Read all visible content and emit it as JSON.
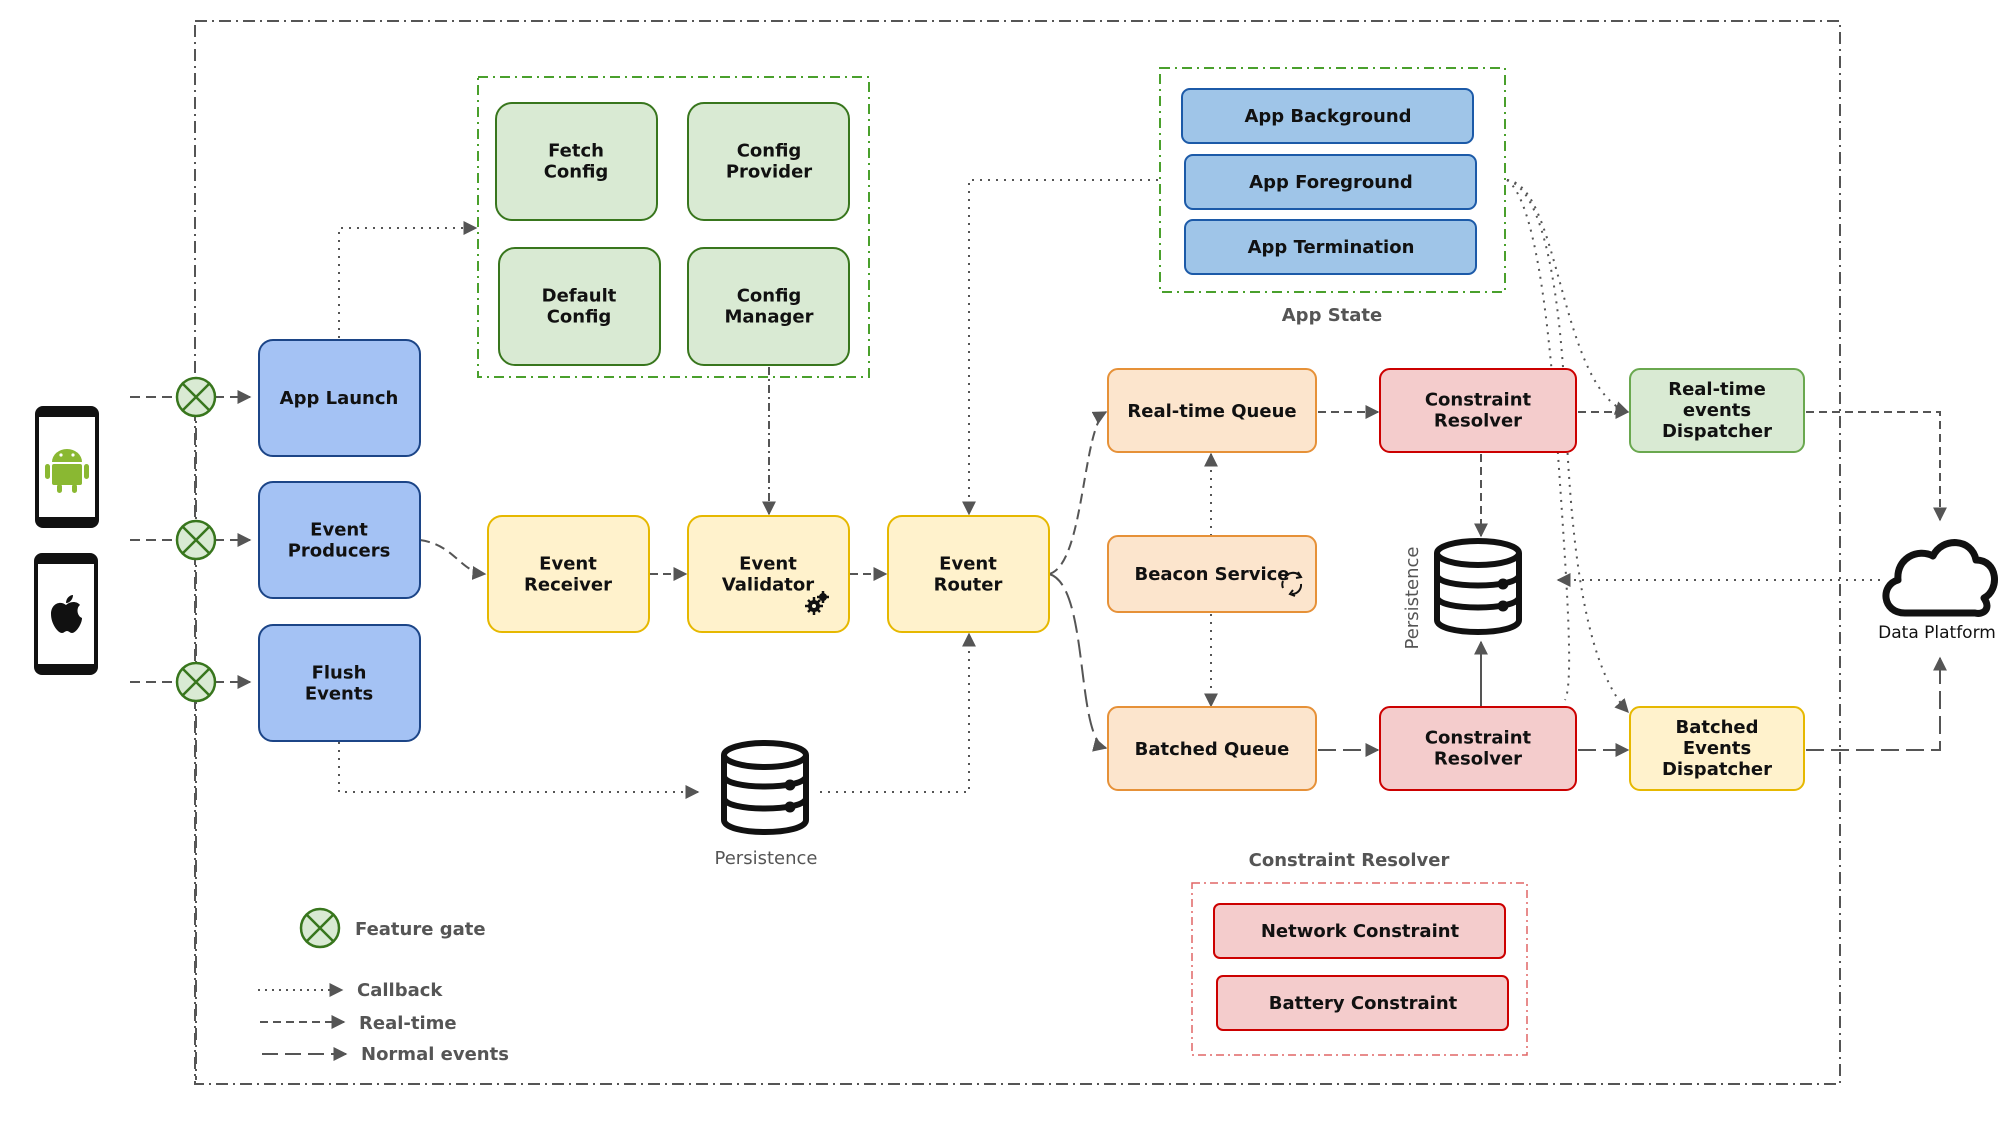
{
  "nodes": {
    "app_launch": [
      "App Launch"
    ],
    "event_producers": [
      "Event",
      "Producers"
    ],
    "flush_events": [
      "Flush",
      "Events"
    ],
    "fetch_config": [
      "Fetch",
      "Config"
    ],
    "config_provider": [
      "Config",
      "Provider"
    ],
    "default_config": [
      "Default",
      "Config"
    ],
    "config_manager": [
      "Config",
      "Manager"
    ],
    "event_receiver": [
      "Event",
      "Receiver"
    ],
    "event_validator": [
      "Event",
      "Validator"
    ],
    "event_router": [
      "Event",
      "Router"
    ],
    "app_background": [
      "App Background"
    ],
    "app_foreground": [
      "App Foreground"
    ],
    "app_termination": [
      "App Termination"
    ],
    "realtime_queue": [
      "Real-time Queue"
    ],
    "beacon_service": [
      "Beacon Service"
    ],
    "batched_queue": [
      "Batched Queue"
    ],
    "constraint_resolver_top": [
      "Constraint",
      "Resolver"
    ],
    "constraint_resolver_bottom": [
      "Constraint",
      "Resolver"
    ],
    "realtime_dispatcher": [
      "Real-time",
      "events",
      "Dispatcher"
    ],
    "batched_dispatcher": [
      "Batched",
      "Events",
      "Dispatcher"
    ],
    "network_constraint": [
      "Network Constraint"
    ],
    "battery_constraint": [
      "Battery Constraint"
    ]
  },
  "labels": {
    "app_state": "App State",
    "persistence_bottom": "Persistence",
    "persistence_right": "Persistence",
    "data_platform": "Data Platform",
    "constraint_resolver_title": "Constraint Resolver"
  },
  "legend": {
    "feature_gate": "Feature gate",
    "callback": "Callback",
    "realtime": "Real-time",
    "normal_events": "Normal events"
  },
  "colors": {
    "blue_fill": "#a4c2f4",
    "blue_stroke": "#1c4587",
    "green_fill": "#d9ead3",
    "green_stroke": "#38761d",
    "yellow_fill": "#fff2cc",
    "yellow_stroke": "#e6b800",
    "orange_fill": "#fce5cd",
    "orange_stroke": "#e69138",
    "red_fill": "#f4cccc",
    "red_stroke": "#cc0000",
    "appstate_fill": "#9fc5e8",
    "appstate_stroke": "#1c5aa8",
    "line": "#555555"
  }
}
